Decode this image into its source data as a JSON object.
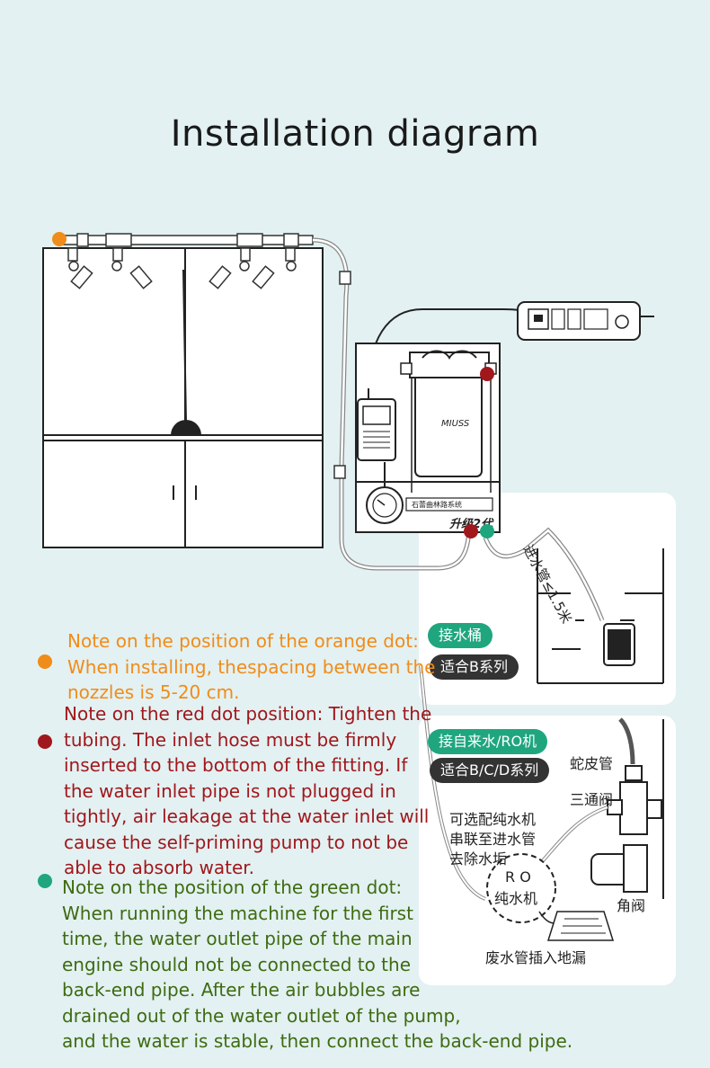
{
  "title": "Installation diagram",
  "labels": {
    "bucket": "接水桶",
    "series_b": "适合B系列",
    "tap_ro": "接自来水/RO机",
    "series_bcd": "适合B/C/D系列",
    "inlet_pipe": "进水管≤1.5米",
    "snake_hose": "蛇皮管",
    "three_way": "三通阀",
    "ro_optional": [
      "可选配纯水机",
      "串联至进水管",
      "去除水垢"
    ],
    "ro_machine": [
      "R O",
      "纯水机"
    ],
    "angle_valve": "角阀",
    "drain": "废水管插入地漏",
    "device_badge": "升级2代",
    "pump_brand": "MIUSS",
    "device_strip": "石蕾曲林路系统"
  },
  "notes": {
    "orange": {
      "lines": [
        "Note on the position of the orange dot:",
        "When installing, thespacing between the",
        "nozzles is 5-20 cm."
      ],
      "color": "#f08c1a"
    },
    "red": {
      "lines": [
        "Note on the red dot position: Tighten the",
        "tubing. The inlet hose must be firmly",
        "inserted to the bottom of the fitting. If",
        "the water inlet pipe is not plugged in",
        "tightly, air leakage at the water inlet will",
        "cause the self-priming pump to not be",
        "able to absorb water."
      ],
      "color": "#a0171c"
    },
    "green": {
      "lines": [
        "Note on the position of the green dot:",
        "When running the machine for the first",
        "time, the water outlet pipe of the main",
        "engine should not be connected to the",
        "back-end pipe. After the air bubbles are",
        "drained out of the water outlet of the pump,",
        "and the water is stable, then connect the back-end pipe."
      ],
      "color": "#3e6b11"
    }
  },
  "colors": {
    "background": "#e3f1f2",
    "pill_green": "#1fa67f",
    "pill_dark": "#333333",
    "dot_orange": "#f08c1a",
    "dot_red": "#a0171c",
    "dot_teal": "#1fa67f"
  }
}
